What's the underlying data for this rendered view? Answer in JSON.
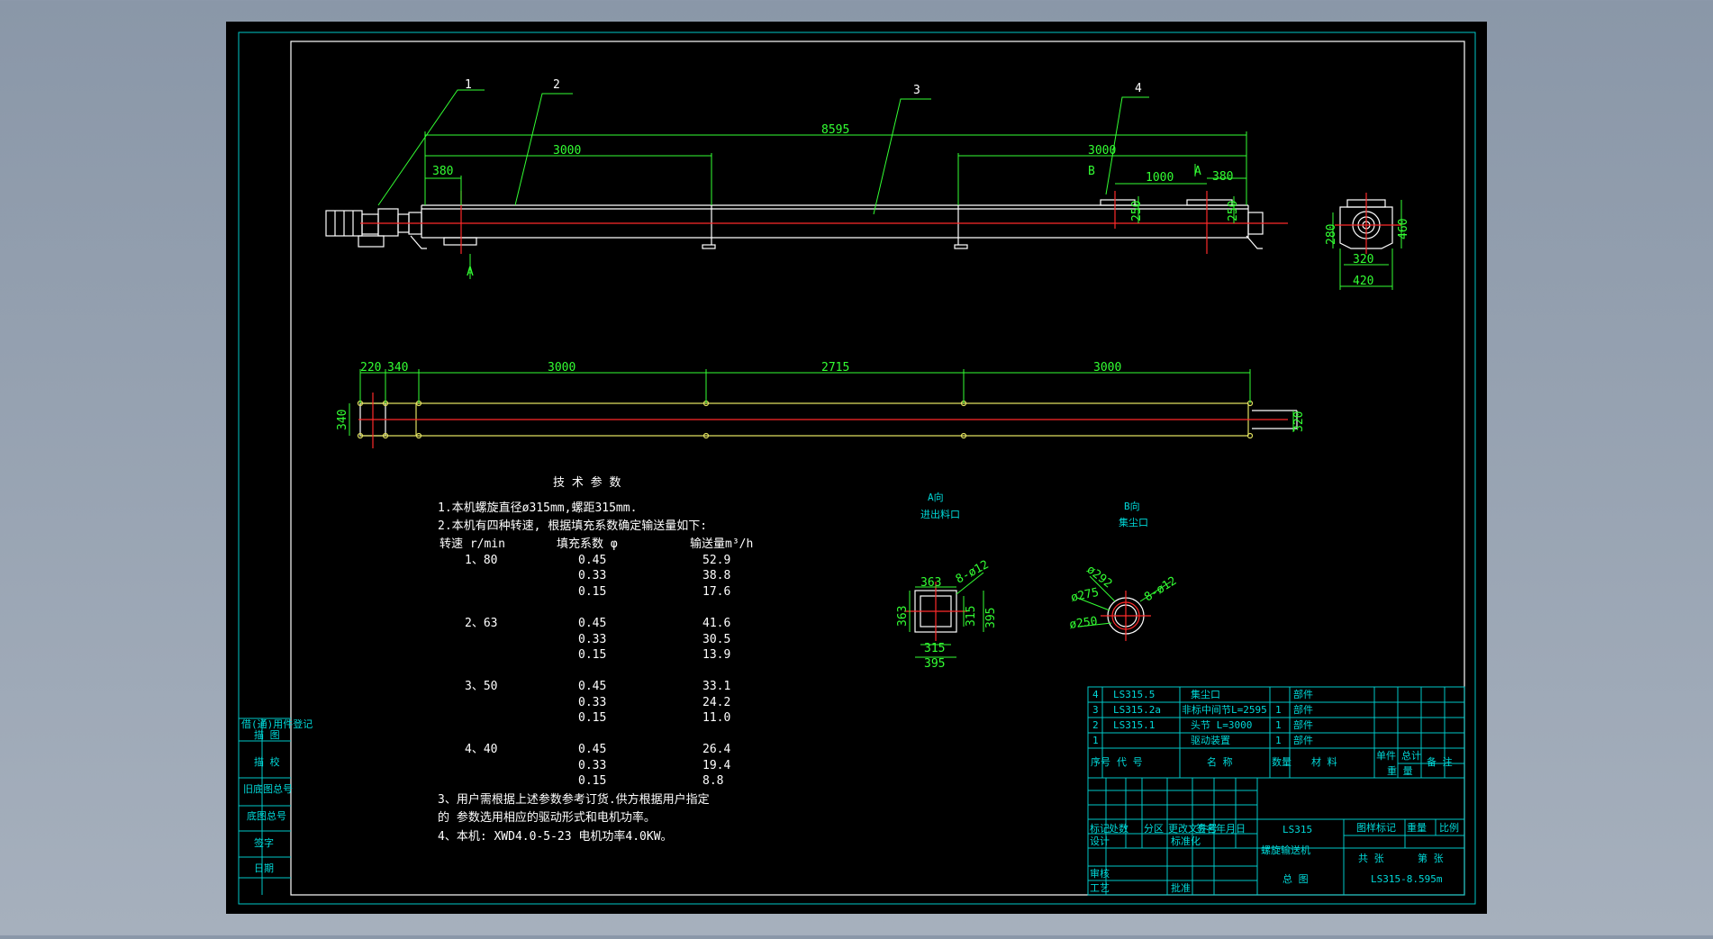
{
  "labels": {
    "leaders": [
      "1",
      "2",
      "3",
      "4"
    ],
    "top_dims": {
      "overall": "8595",
      "left_seg": "3000",
      "right_seg": "3000",
      "left_small": "380",
      "right_small": "380",
      "mid_right": "1000",
      "h_left": "250",
      "h_right": "250",
      "b_mark": "B",
      "a_mark": "A",
      "a_mark_bottom": "A"
    },
    "side_dims": {
      "w1": "320",
      "w2": "420",
      "h1": "280",
      "h2": "460"
    },
    "plan_dims": {
      "d1": "220",
      "d2": "340",
      "s1": "3000",
      "s2": "2715",
      "s3": "3000",
      "left_h": "340",
      "right_h": "320"
    },
    "view_a": {
      "title": "A向",
      "sub": "进出料口",
      "w_top": "363",
      "h_left": "363",
      "h_in": "315",
      "h_out": "395",
      "w_in": "315",
      "w_out": "395",
      "holes": "8-ø12"
    },
    "view_b": {
      "title": "B向",
      "sub": "集尘口",
      "d1": "ø292",
      "d2": "ø275",
      "d3": "ø250",
      "holes": "8-ø12"
    }
  },
  "notes": {
    "title": "技 术 参 数",
    "line1": "1.本机螺旋直径ø315mm,螺距315mm.",
    "line2": "2.本机有四种转速, 根据填充系数确定输送量如下:",
    "header": [
      "转速 r/min",
      "填充系数 φ",
      "输送量m³/h"
    ],
    "groups": [
      {
        "speed": "1、80",
        "rows": [
          [
            "0.45",
            "52.9"
          ],
          [
            "0.33",
            "38.8"
          ],
          [
            "0.15",
            "17.6"
          ]
        ]
      },
      {
        "speed": "2、63",
        "rows": [
          [
            "0.45",
            "41.6"
          ],
          [
            "0.33",
            "30.5"
          ],
          [
            "0.15",
            "13.9"
          ]
        ]
      },
      {
        "speed": "3、50",
        "rows": [
          [
            "0.45",
            "33.1"
          ],
          [
            "0.33",
            "24.2"
          ],
          [
            "0.15",
            "11.0"
          ]
        ]
      },
      {
        "speed": "4、40",
        "rows": [
          [
            "0.45",
            "26.4"
          ],
          [
            "0.33",
            "19.4"
          ],
          [
            "0.15",
            "8.8"
          ]
        ]
      }
    ],
    "line3a": "3、用户需根据上述参数参考订货.供方根据用户指定",
    "line3b": "的 参数选用相应的驱动形式和电机功率。",
    "line4": "4、本机: XWD4.0-5-23 电机功率4.0KW。"
  },
  "bom": {
    "rows": [
      {
        "no": "4",
        "code": "LS315.5",
        "name": "集尘口",
        "qty": "",
        "mat": "",
        "note": "部件"
      },
      {
        "no": "3",
        "code": "LS315.2a",
        "name": "非标中间节L=2595",
        "qty": "1",
        "mat": "",
        "note": "部件"
      },
      {
        "no": "2",
        "code": "LS315.1",
        "name": "头节 L=3000",
        "qty": "1",
        "mat": "",
        "note": "部件"
      },
      {
        "no": "1",
        "code": "",
        "name": "驱动装置",
        "qty": "1",
        "mat": "",
        "note": "部件"
      }
    ],
    "head": {
      "no": "序号",
      "code": "代 号",
      "name": "名 称",
      "qty": "数量",
      "mat": "材 料",
      "unit": "单件",
      "total": "总计",
      "weight": "重 量",
      "note": "备 注"
    }
  },
  "titleblock": {
    "product": "LS315",
    "name": "螺旋输送机",
    "drawing": "总 图",
    "code": "LS315-8.595m",
    "cells": [
      "标记",
      "处数",
      "分区",
      "更改文件号",
      "签名",
      "年月日",
      "设计",
      "标准化",
      "审核",
      "工艺",
      "批准",
      "图样标记",
      "重量",
      "比例",
      "共 张",
      "第 张"
    ]
  },
  "left_strip": [
    "借(通)用件登记",
    "旧底图总号",
    "底图总号",
    "签字",
    "日期",
    "描 图",
    "描 校"
  ]
}
